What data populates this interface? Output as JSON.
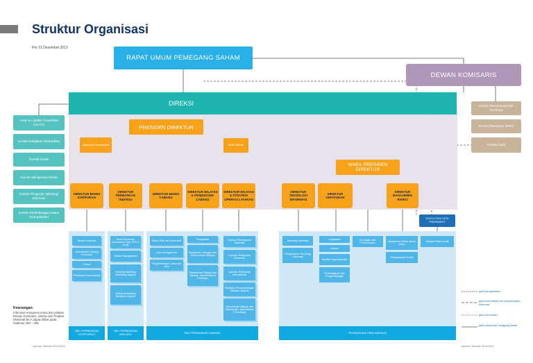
{
  "header": {
    "title": "Struktur Organisasi",
    "date": "Per 31 Desember 2013"
  },
  "rups": "RAPAT UMUM PEMEGANG SAHAM",
  "dewan_komisaris": "DEWAN KOMISARIS",
  "direksi": "DIREKSI",
  "presiden_direktur": "PRESIDEN DIREKTUR",
  "sekretaris_perusahaan": "Sekretaris Perusahaan",
  "audit_internal": "Audit Internal",
  "wakil_presiden_direktur": "WAKIL PRESIDEN DIREKTUR",
  "komite_direksi": [
    "Asset & Liability Committee (ALCO)",
    "Komite Kebijakan Perkreditan",
    "Komite Kredit",
    "Komite Manajemen Risiko",
    "Komite Pengarah Teknologi Informasi",
    "Komite Pertimbangan Kasus Kepegawaian"
  ],
  "komite_komisaris": [
    "Komite Remunerasi dan Nominasi",
    "Komite Pemantau Risiko",
    "Komite Audit"
  ],
  "direktorat": [
    "DIREKTUR BISNIS KORPORASI",
    "DIREKTUR PERBANKAN INDIVIDU",
    "DIREKTUR BISNIS CABANG",
    "DIREKTUR WILAYAH & PENDUKUNG CABANG",
    "DIREKTUR WILAYAH & STRATEGI OPERASI LAYANAN",
    "DIREKTUR TEKNOLOGI INFORMASI",
    "DIREKTUR KEPATUHAN",
    "DIREKTUR MANAJEMEN RISIKO"
  ],
  "executive_vp": "EXECUTIVE VICE PRESIDENT",
  "units": {
    "korporasi": [
      "Bisnis Korporasi",
      "Operasional Cabang Korporasi",
      "Tresuri",
      "Perbankan Internasional"
    ],
    "individu": [
      "Kredit Konsumer (Consumer Card, KPR & KKB)",
      "Wealth Management",
      "Individual Banking Marketing Support",
      "Individual Banking Business Support"
    ],
    "cabang": [
      "Bisnis Ritel dan Komersial",
      "Cash Management",
      "Pengembangan Dana dan Jasa"
    ],
    "wilayah_pendukung": [
      "Pengadaan",
      "Manajemen Jaringan dan Perencanaan Wilayah",
      "Operasional Wilayah dan Cabang, Jabodetabek & Surabaya"
    ],
    "wilayah_strategi": [
      "Operasi Pembayaran Domestik",
      "Layanan Perbankan Elektronik",
      "Layanan Perbankan Internasional",
      "Strategi & Pengembangan Operasi Layanan",
      "Operasional Wilayah dan Cabang Non Jabodetabek & Surabaya"
    ],
    "ti": [
      "Teknologi Informasi",
      "Pengamanan Teknologi Informasi"
    ],
    "kepatuhan": [
      "Kepatuhan",
      "Hukum",
      "Sumber Daya Manusia",
      "Pembelajaran dan Pengembangan"
    ],
    "keuangan": [
      "Keuangan dan Perencanaan"
    ],
    "risiko": [
      "Manajemen Risiko (bank wide)",
      "Penyelamatan Kredit"
    ],
    "analisa": [
      "Analisa Risiko Kredit"
    ]
  },
  "footers": {
    "sbu_korporasi": "SBU PERBANKAN KORPORASI",
    "sbu_individu": "SBU PERBANKAN INDIVIDU",
    "sbu_cabang": "SBU PERBANKAN CABANG",
    "pendukung": "PENDUKUNG PERUSAHAAN"
  },
  "keterangan": {
    "title": "Keterangan:",
    "text": "Informasi mengenai nama dan jabatan Dewan Komisaris, Direksi dan Pejabat Eksekutif BCA dapat dilihat pada halaman 483 – 495"
  },
  "legend": [
    "garis pengawasan",
    "garis komunikasi dan penyampaian informasi",
    "garis koordinasi",
    "garis pelaporan/ tanggung jawab"
  ],
  "page_footer": {
    "left": "Laporan Tahunan BCA 2013",
    "right": "Laporan Tahunan BCA 2013"
  },
  "colors": {
    "title": "#14336b",
    "rups": "#29b0e6",
    "dewan": "#b096b8",
    "direksi": "#1eb4b0",
    "director": "#f7a21b",
    "unit": "#4fb6e7",
    "panel": "#cfe8f7"
  }
}
